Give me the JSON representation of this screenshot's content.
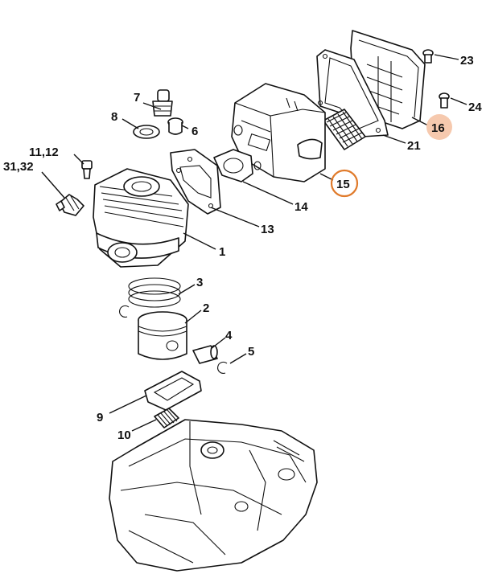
{
  "callouts": [
    {
      "id": "c23",
      "label": "23"
    },
    {
      "id": "c24",
      "label": "24"
    },
    {
      "id": "c16",
      "label": "16"
    },
    {
      "id": "c21",
      "label": "21"
    },
    {
      "id": "c15",
      "label": "15"
    },
    {
      "id": "c14",
      "label": "14"
    },
    {
      "id": "c13",
      "label": "13"
    },
    {
      "id": "c7",
      "label": "7"
    },
    {
      "id": "c8",
      "label": "8"
    },
    {
      "id": "c6",
      "label": "6"
    },
    {
      "id": "c1112",
      "label": "11,12"
    },
    {
      "id": "c3132",
      "label": "31,32"
    },
    {
      "id": "c1",
      "label": "1"
    },
    {
      "id": "c3",
      "label": "3"
    },
    {
      "id": "c2",
      "label": "2"
    },
    {
      "id": "c4",
      "label": "4"
    },
    {
      "id": "c5",
      "label": "5"
    },
    {
      "id": "c9",
      "label": "9"
    },
    {
      "id": "c10",
      "label": "10"
    }
  ],
  "highlight_colors": {
    "filled": "#f6c9ae",
    "ring": "#e07a2a"
  }
}
